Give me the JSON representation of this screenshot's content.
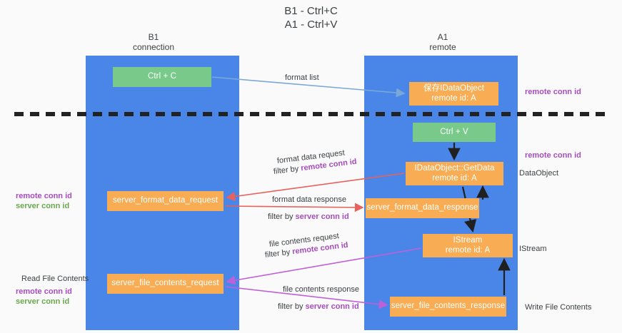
{
  "title": "B1 - Ctrl+C\nA1 - Ctrl+V",
  "columns": {
    "b1": {
      "name": "B1",
      "role": "connection",
      "label": "B1\nconnection"
    },
    "a1": {
      "name": "A1",
      "role": "remote",
      "label": "A1\nremote"
    }
  },
  "boxes": {
    "ctrl_c": {
      "label": "Ctrl + C",
      "color": "#78c98a"
    },
    "idataobject_saved": {
      "label": "保存IDataObject\nremote id: A",
      "color": "#f8ad55"
    },
    "ctrl_v": {
      "label": "Ctrl + V",
      "color": "#78c98a"
    },
    "getdata": {
      "label": "IDataObject::GetData\nremote id: A",
      "color": "#f8ad55"
    },
    "server_format_data_request": {
      "label": "server_format_data_request",
      "color": "#f8ad55"
    },
    "server_format_data_response": {
      "label": "server_format_data_response",
      "color": "#f8ad55"
    },
    "istream": {
      "label": "IStream\nremote id: A",
      "color": "#f8ad55"
    },
    "server_file_contents_request": {
      "label": "server_file_contents_request",
      "color": "#f8ad55"
    },
    "server_file_contents_response": {
      "label": "server_file_contents_response",
      "color": "#f8ad55"
    }
  },
  "arrow_labels": {
    "format_list": "format list",
    "format_data_request": "format data request",
    "format_data_request_filter_prefix": "filter by ",
    "format_data_request_filter_key": "remote conn id",
    "format_data_response": "format data response",
    "format_data_response_filter_prefix": "filter by ",
    "format_data_response_filter_key": "server conn id",
    "file_contents_request": "file contents request",
    "file_contents_request_filter_prefix": "filter by ",
    "file_contents_request_filter_key": "remote conn id",
    "file_contents_response": "file contents response",
    "file_contents_response_filter_prefix": "filter by ",
    "file_contents_response_filter_key": "server conn id"
  },
  "annotations": {
    "right_remote_conn_id_top": "remote conn id",
    "right_remote_conn_id_mid": "remote conn id",
    "right_dataobject": "DataObject",
    "right_istream": "IStream",
    "right_write_file_contents": "Write File Contents",
    "left_remote_conn_id": "remote conn id",
    "left_server_conn_id": "server conn id",
    "left_read_file_contents": "Read File Contents",
    "left_remote_conn_id_2": "remote conn id",
    "left_server_conn_id_2": "server conn id"
  },
  "colors": {
    "lane": "#4a86e8",
    "green_box": "#78c98a",
    "orange_box": "#f8ad55",
    "purple_text": "#a64dbd",
    "green_text": "#6aa84f",
    "red_arrow": "#e8615a",
    "magenta_arrow": "#c060d8",
    "blue_arrow": "#7aa8d8",
    "black_arrow": "#202020",
    "background": "#fafafa"
  }
}
